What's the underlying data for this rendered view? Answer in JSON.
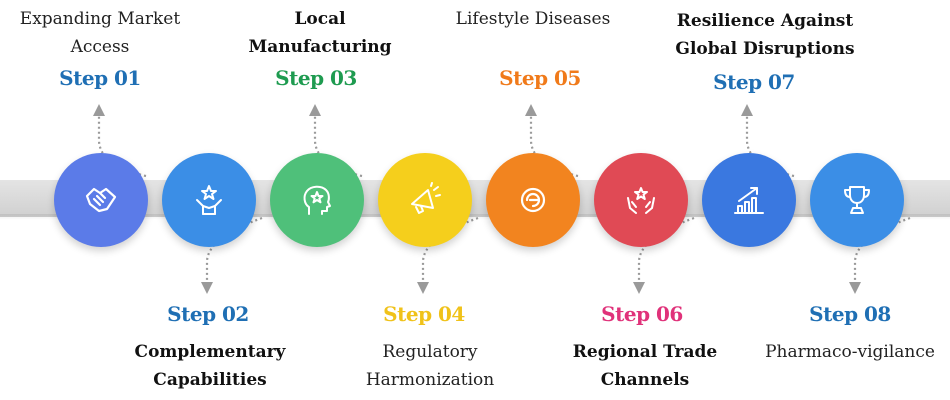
{
  "colors": {
    "band": "#d9d9d9",
    "connector": "#9a9a9a",
    "step_blue": "#1f6fb4",
    "step_green": "#1e9b50",
    "step_yellow": "#f0c21a",
    "step_orange": "#f07a1a",
    "step_pink": "#e0327a"
  },
  "steps": [
    {
      "label": "Step 01",
      "title": "Expanding Market Access",
      "label_color": "#1f6fb4",
      "circle_color": "#5b7be8",
      "icon": "handshake-icon",
      "bold_title": false
    },
    {
      "label": "Step 02",
      "title": "Complementary Capabilities",
      "label_color": "#1f6fb4",
      "circle_color": "#3b8ee6",
      "icon": "person-star-icon",
      "bold_title": true
    },
    {
      "label": "Step 03",
      "title": "Local Manufacturing",
      "label_color": "#1e9b50",
      "circle_color": "#4fc07a",
      "icon": "head-star-icon",
      "bold_title": true
    },
    {
      "label": "Step 04",
      "title": "Regulatory Harmonization",
      "label_color": "#f0c21a",
      "circle_color": "#f5cf1c",
      "icon": "megaphone-icon",
      "bold_title": false
    },
    {
      "label": "Step 05",
      "title": "Lifestyle Diseases",
      "label_color": "#f07a1a",
      "circle_color": "#f2841f",
      "icon": "target-icon",
      "bold_title": false
    },
    {
      "label": "Step 06",
      "title": "Regional Trade Channels",
      "label_color": "#e0327a",
      "circle_color": "#e04a55",
      "icon": "hands-star-icon",
      "bold_title": true
    },
    {
      "label": "Step 07",
      "title": "Resilience Against Global Disruptions",
      "label_color": "#1f6fb4",
      "circle_color": "#3a78e0",
      "icon": "growth-chart-icon",
      "bold_title": true
    },
    {
      "label": "Step 08",
      "title": "Pharmaco-vigilance",
      "label_color": "#1f6fb4",
      "circle_color": "#3b8ee6",
      "icon": "trophy-icon",
      "bold_title": false
    }
  ]
}
